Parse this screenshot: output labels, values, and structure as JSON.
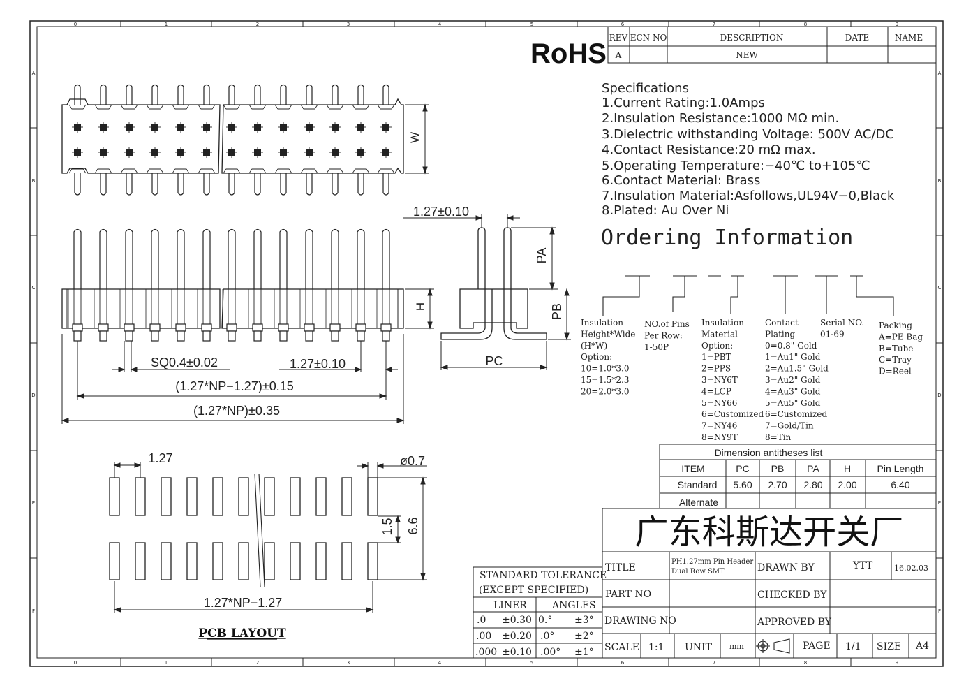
{
  "zone_numbers": [
    "0",
    "1",
    "2",
    "3",
    "4",
    "5",
    "6",
    "7",
    "8",
    "9"
  ],
  "zone_letters": [
    "A",
    "B",
    "C",
    "D",
    "E",
    "F"
  ],
  "rohs": "RoHS",
  "revision": {
    "headers": [
      "REV",
      "ECN NO",
      "DESCRIPTION",
      "DATE",
      "NAME"
    ],
    "row": [
      "A",
      "",
      "NEW",
      "",
      ""
    ]
  },
  "specifications": {
    "title": "Specifications",
    "items": [
      "1.Current  Rating:1.0Amps",
      "2.Insulation  Resistance:1000  MΩ  min.",
      "3.Dielectric  withstanding  Voltage:  500V  AC/DC",
      "4.Contact  Resistance:20  mΩ  max.",
      "5.Operating  Temperature:−40℃  to+105℃",
      "6.Contact  Material:  Brass",
      "7.Insulation  Material:Asfollows,UL94V−0,Black",
      "8.Plated:  Au  Over  Ni"
    ]
  },
  "ordering": {
    "title": "Ordering Information",
    "insulation_height": [
      "Insulation",
      "Height*Wide",
      "(H*W)",
      "Option:",
      "10=1.0*3.0",
      "15=1.5*2.3",
      "20=2.0*3.0"
    ],
    "pins_per_row": [
      "NO.of Pins",
      "Per Row:",
      "1-50P"
    ],
    "insulation_material": [
      "Insulation",
      "Material",
      "Option:",
      "1=PBT",
      "2=PPS",
      "3=NY6T",
      "4=LCP",
      "5=NY66",
      "6=Customized",
      "7=NY46",
      "8=NY9T"
    ],
    "contact_plating": [
      "Contact",
      "Plating",
      "0=0.8\" Gold",
      "1=Au1\" Gold",
      "2=Au1.5\" Gold",
      "3=Au2\" Gold",
      "4=Au3\" Gold",
      "5=Au5\" Gold",
      "6=Customized",
      "7=Gold/Tin",
      "8=Tin"
    ],
    "serial": [
      "Serial NO.",
      "01-69"
    ],
    "packing": [
      "Packing",
      "A=PE Bag",
      "B=Tube",
      "C=Tray",
      "D=Reel"
    ]
  },
  "dimension_table": {
    "title": "Dimension antitheses list",
    "headers": [
      "ITEM",
      "PC",
      "PB",
      "PA",
      "H",
      "Pin Length"
    ],
    "rows": [
      [
        "Standard",
        "5.60",
        "2.70",
        "2.80",
        "2.00",
        "6.40"
      ],
      [
        "Alternate",
        "",
        "",
        "",
        "",
        ""
      ]
    ]
  },
  "company": "广东科斯达开关厂",
  "title_block": {
    "title_label": "TITLE",
    "title_line1": "PH1.27mm Pin Header",
    "title_line2": "Dual Row SMT",
    "drawn_by_label": "DRAWN BY",
    "drawn_by": "YTT",
    "date": "16.02.03",
    "part_no_label": "PART NO",
    "checked_by_label": "CHECKED BY",
    "drawing_no_label": "DRAWING NO",
    "approved_by_label": "APPROVED BY",
    "scale_label": "SCALE",
    "scale": "1:1",
    "unit_label": "UNIT",
    "unit": "mm",
    "page_label": "PAGE",
    "page": "1/1",
    "size_label": "SIZE",
    "size": "A4"
  },
  "tolerance": {
    "title1": "STANDARD  TOLERANCE",
    "title2": "(EXCEPT   SPECIFIED)",
    "liner": "LINER",
    "angles": "ANGLES",
    "rows": [
      [
        ".0",
        "±0.30",
        "0.°",
        "±3°"
      ],
      [
        ".00",
        "±0.20",
        ".0°",
        "±2°"
      ],
      [
        ".000",
        "±0.10",
        ".00°",
        "±1°"
      ]
    ]
  },
  "dims": {
    "w": "W",
    "h": "H",
    "pa": "PA",
    "pb": "PB",
    "pc": "PC",
    "pitch_side": "1.27±0.10",
    "sq": "SQ0.4±0.02",
    "pitch_front": "1.27±0.10",
    "np_minus": "(1.27*NP−1.27)±0.15",
    "np_total": "(1.27*NP)±0.35",
    "pcb_pitch": "1.27",
    "pcb_dia": "ø0.7",
    "pcb_15": "1.5",
    "pcb_66": "6.6",
    "pcb_np": "1.27*NP−1.27",
    "pcb_label": "PCB LAYOUT"
  }
}
